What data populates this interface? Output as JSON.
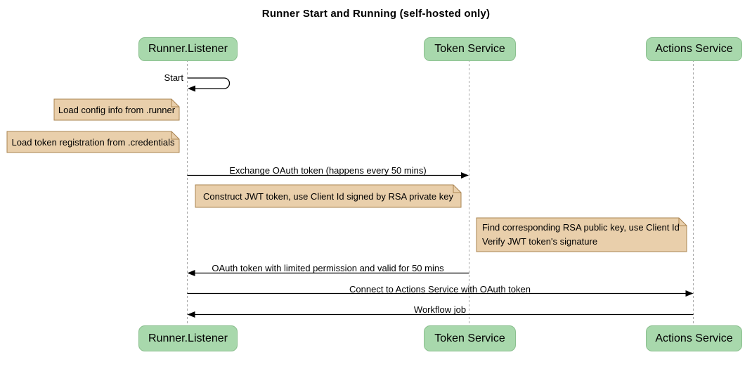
{
  "title": "Runner Start and Running (self-hosted only)",
  "participants": [
    {
      "label": "Runner.Listener"
    },
    {
      "label": "Token Service"
    },
    {
      "label": "Actions Service"
    }
  ],
  "messages": [
    {
      "label": "Start",
      "from": "Runner.Listener",
      "to": "Runner.Listener"
    },
    {
      "label": "Exchange OAuth token (happens every 50 mins)",
      "from": "Runner.Listener",
      "to": "Token Service"
    },
    {
      "label": "OAuth token with limited permission and valid for 50 mins",
      "from": "Token Service",
      "to": "Runner.Listener"
    },
    {
      "label": "Connect to Actions Service with OAuth token",
      "from": "Runner.Listener",
      "to": "Actions Service"
    },
    {
      "label": "Workflow job",
      "from": "Actions Service",
      "to": "Runner.Listener"
    }
  ],
  "notes": [
    {
      "text": "Load config info from .runner"
    },
    {
      "text": "Load token registration from .credentials"
    },
    {
      "text": "Construct JWT token, use Client Id signed by RSA private key"
    },
    {
      "line1": "Find corresponding RSA public key, use Client Id",
      "line2": "Verify JWT token's signature"
    }
  ],
  "colors": {
    "actor_fill": "#a8d8ac",
    "actor_border": "#8abf8e",
    "note_fill": "#e9cfab",
    "note_border": "#aa8452",
    "lifeline": "#a6a6a6",
    "arrow": "#000000",
    "background": "#ffffff",
    "text": "#000000"
  }
}
